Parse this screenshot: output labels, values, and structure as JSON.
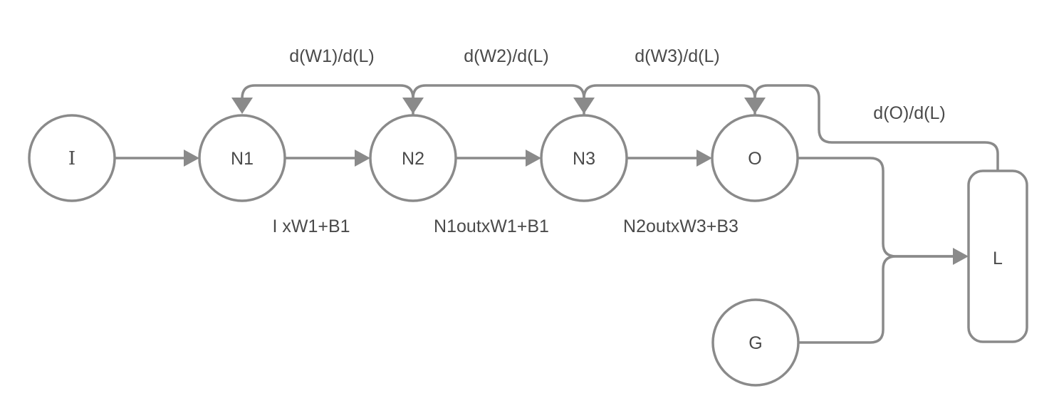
{
  "diagram": {
    "description": "Neural network forward pass and backpropagation gradient flow diagram",
    "nodes": [
      {
        "id": "I",
        "label": "I",
        "shape": "circle"
      },
      {
        "id": "N1",
        "label": "N1",
        "shape": "circle"
      },
      {
        "id": "N2",
        "label": "N2",
        "shape": "circle"
      },
      {
        "id": "N3",
        "label": "N3",
        "shape": "circle"
      },
      {
        "id": "O",
        "label": "O",
        "shape": "circle"
      },
      {
        "id": "G",
        "label": "G",
        "shape": "circle"
      },
      {
        "id": "L",
        "label": "L",
        "shape": "rounded-rectangle"
      }
    ],
    "forward_edges": [
      {
        "from": "I",
        "to": "N1"
      },
      {
        "from": "N1",
        "to": "N2"
      },
      {
        "from": "N2",
        "to": "N3"
      },
      {
        "from": "N3",
        "to": "O"
      },
      {
        "from": "O",
        "to": "L"
      },
      {
        "from": "G",
        "to": "L"
      }
    ],
    "gradient_edges": [
      {
        "from": "N2",
        "to": "N1",
        "label": "d(W1)/d(L)"
      },
      {
        "from": "N3",
        "to": "N2",
        "label": "d(W2)/d(L)"
      },
      {
        "from": "O",
        "to": "N3",
        "label": "d(W3)/d(L)"
      },
      {
        "from": "L",
        "to": "O",
        "label": "d(O)/d(L)"
      }
    ],
    "annotations": [
      {
        "text": "I xW1+B1"
      },
      {
        "text": "N1outxW1+B1"
      },
      {
        "text": "N2outxW3+B3"
      }
    ]
  },
  "colors": {
    "line": "#8a8a8a",
    "text": "#4a4a4a",
    "node_fill": "#ffffff",
    "background": "#ffffff"
  }
}
